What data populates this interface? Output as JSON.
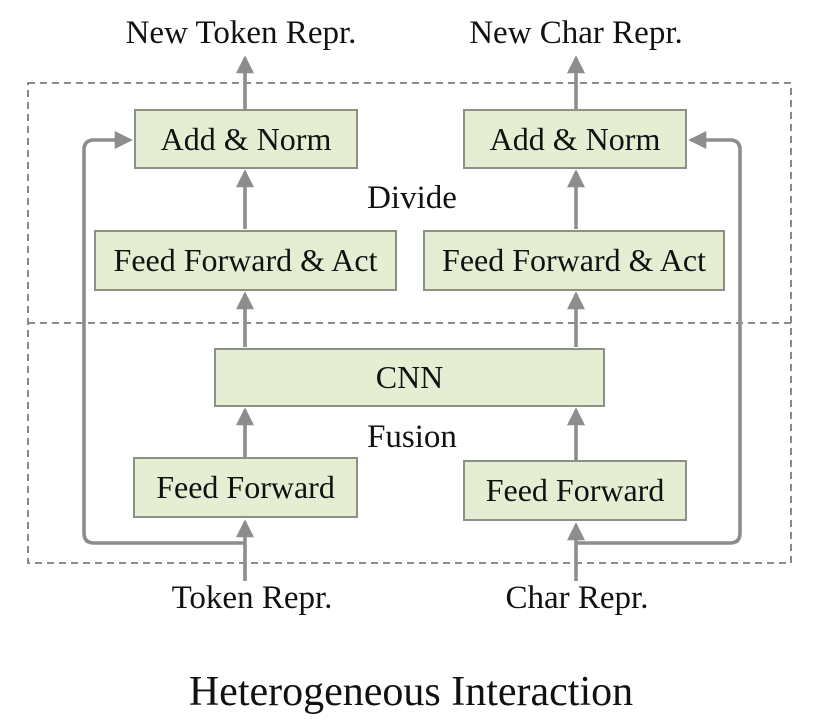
{
  "diagram": {
    "caption": "Heterogeneous Interaction",
    "outputs": {
      "token": "New Token Repr.",
      "char": "New Char Repr."
    },
    "inputs": {
      "token": "Token Repr.",
      "char": "Char Repr."
    },
    "stages": {
      "divide": "Divide",
      "fusion": "Fusion"
    },
    "blocks": {
      "add_norm_token": "Add & Norm",
      "add_norm_char": "Add & Norm",
      "ff_act_token": "Feed Forward & Act",
      "ff_act_char": "Feed Forward & Act",
      "cnn": "CNN",
      "ff_token": "Feed Forward",
      "ff_char": "Feed Forward"
    },
    "colors": {
      "block_fill": "#e5eed3",
      "block_border": "#8b9283",
      "arrow": "#8d8d8d",
      "dashed_border": "#7d7d7d",
      "text": "#111111",
      "background": "#ffffff"
    }
  }
}
